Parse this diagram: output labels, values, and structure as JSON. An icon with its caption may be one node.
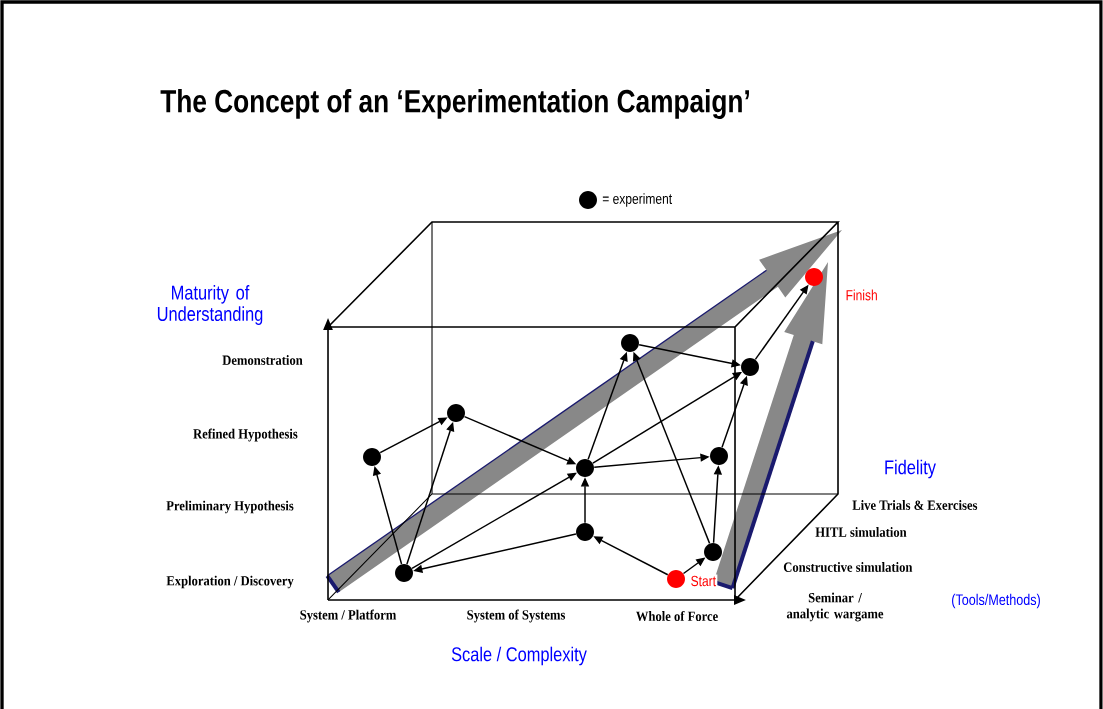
{
  "diagram": {
    "title": "The Concept of an ‘Experimentation Campaign’",
    "nodes": [
      {
        "text": [],
        "shape": "circle",
        "beside": [
          "Finish"
        ]
      },
      {
        "text": [],
        "shape": "circle"
      },
      {
        "text": [],
        "shape": "circle"
      },
      {
        "text": [],
        "shape": "circle"
      },
      {
        "text": [],
        "shape": "circle"
      },
      {
        "text": [],
        "shape": "circle"
      },
      {
        "text": [],
        "shape": "circle"
      },
      {
        "text": [],
        "shape": "circle"
      },
      {
        "text": [],
        "shape": "circle"
      },
      {
        "text": [],
        "shape": "circle"
      },
      {
        "text": [],
        "shape": "circle",
        "beside": [
          "Start"
        ]
      }
    ],
    "edges": [
      {
        "from": 9,
        "to": 5,
        "arrow": "to"
      },
      {
        "from": 9,
        "to": 3,
        "arrow": "to"
      },
      {
        "from": 5,
        "to": 3,
        "arrow": "to"
      },
      {
        "from": 3,
        "to": 6,
        "arrow": "to"
      },
      {
        "from": 9,
        "to": 6,
        "arrow": "to"
      },
      {
        "from": 7,
        "to": 9,
        "arrow": "to"
      },
      {
        "from": 7,
        "to": 6,
        "arrow": "to"
      },
      {
        "from": 10,
        "to": 7,
        "arrow": "to"
      },
      {
        "from": 10,
        "to": 8,
        "arrow": "to"
      },
      {
        "from": 6,
        "to": 1,
        "arrow": "to"
      },
      {
        "from": 6,
        "to": 2,
        "arrow": "to"
      },
      {
        "from": 6,
        "to": 4,
        "arrow": "to"
      },
      {
        "from": 8,
        "to": 4,
        "arrow": "to"
      },
      {
        "from": 8,
        "to": 1,
        "arrow": "to"
      },
      {
        "from": 1,
        "to": 2,
        "arrow": "to"
      },
      {
        "from": 4,
        "to": 2,
        "arrow": "to"
      },
      {
        "from": 2,
        "to": 0,
        "arrow": "to"
      }
    ],
    "labels": [
      "Maturity of Understanding",
      "Demonstration",
      "Refined Hypothesis",
      "Fidelity",
      "Preliminary Hypothesis",
      "Live Trials & Exercises",
      "HITL simulation",
      "Exploration / Discovery",
      "Constructive simulation",
      "Seminar / analytic wargame",
      "(Tools/Methods)",
      "System / Platform",
      "System of Systems",
      "Whole of Force",
      "Scale / Complexity"
    ],
    "legend": [
      {
        "text": "= experiment"
      }
    ]
  }
}
